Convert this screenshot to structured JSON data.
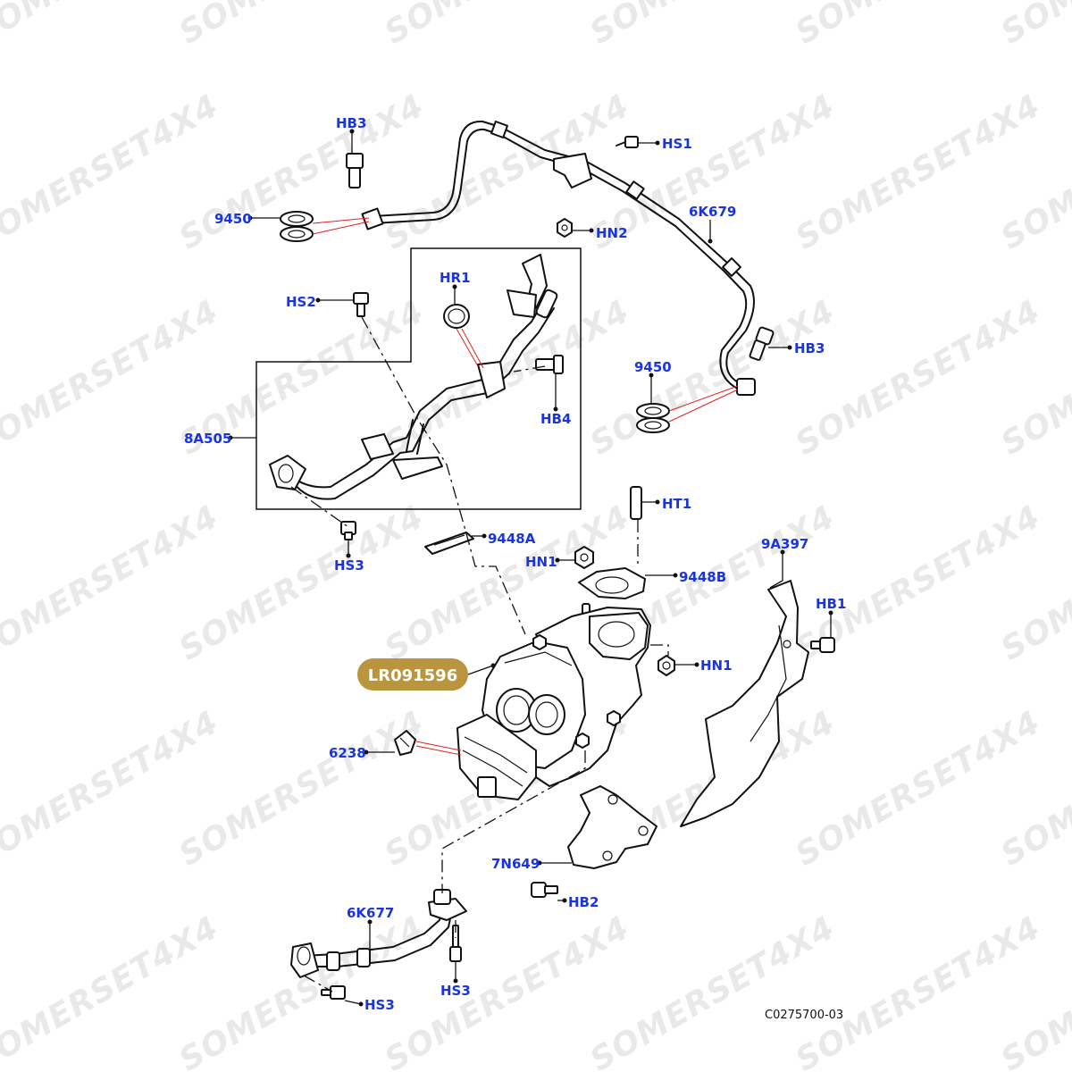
{
  "watermark": "SOMERSET4X4",
  "highlight_part": "LR091596",
  "reference": "C0275700-03",
  "colors": {
    "callout": "#1a35e0",
    "badge": "#b8953e",
    "leader_red": "#e02020"
  },
  "labels": {
    "hb3_top": "HB3",
    "hs1": "HS1",
    "p9450_left": "9450",
    "p6k679": "6K679",
    "hn2": "HN2",
    "hr1": "HR1",
    "hs2": "HS2",
    "hb3_right": "HB3",
    "p9450_right": "9450",
    "hb4": "HB4",
    "p8a505": "8A505",
    "ht1": "HT1",
    "hs3_mid": "HS3",
    "p9448a": "9448A",
    "hn1_top": "HN1",
    "p9448b": "9448B",
    "p9a397": "9A397",
    "hb1": "HB1",
    "hn1_right": "HN1",
    "p6238": "6238",
    "p7n649": "7N649",
    "hb2": "HB2",
    "p6k677": "6K677",
    "hs3_bottom_right": "HS3",
    "hs3_bottom_left": "HS3"
  }
}
